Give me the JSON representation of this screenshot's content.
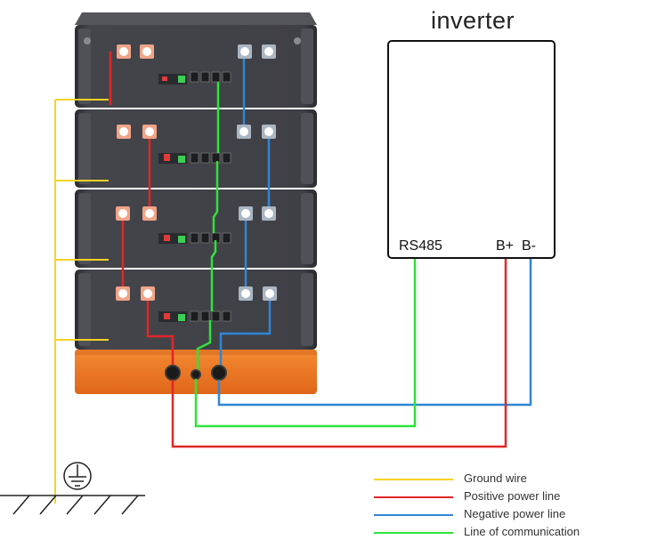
{
  "inverter": {
    "title": "inverter",
    "ports": {
      "rs485": "RS485",
      "bplus": "B+",
      "bminus": "B-"
    }
  },
  "legend": [
    {
      "label": "Ground wire",
      "color": "#f5d327"
    },
    {
      "label": "Positive power line",
      "color": "#e02727"
    },
    {
      "label": "Negative power line",
      "color": "#2f86d6"
    },
    {
      "label": "Line of communication",
      "color": "#2fe33a"
    }
  ],
  "colors": {
    "ground": "#f5d327",
    "positive": "#e02727",
    "negative": "#2f86d6",
    "communication": "#2fe33a",
    "module_body": "#3c3d42",
    "base": "#f07a22"
  },
  "battery_stack": {
    "modules": 4
  }
}
